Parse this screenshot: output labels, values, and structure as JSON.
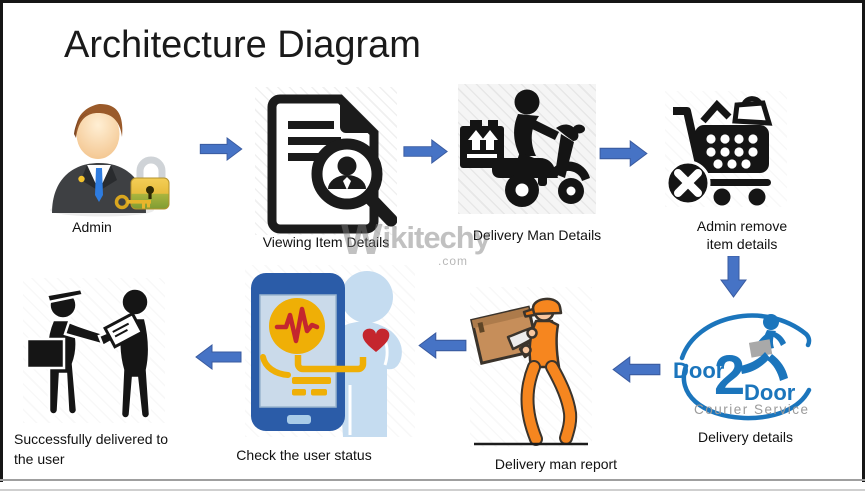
{
  "title": "Architecture Diagram",
  "watermark": {
    "brand_w": "W",
    "brand_rest": "ikitechy",
    "suffix": ".com"
  },
  "nodes": {
    "admin": {
      "label": "Admin"
    },
    "viewing_item": {
      "label": "Viewing Item Details"
    },
    "delivery_man": {
      "label": "Delivery Man Details"
    },
    "admin_remove": {
      "line1": "Admin remove",
      "line2": "item details"
    },
    "delivery_details": {
      "label": "Delivery details"
    },
    "delivery_report": {
      "label": "Delivery man report"
    },
    "user_status": {
      "label": "Check the user status"
    },
    "delivered": {
      "line1": "Successfully delivered to",
      "line2": "the user"
    }
  },
  "logo": {
    "door_top": "Door",
    "two": "2",
    "door_bottom": "Door",
    "tagline": "Courier Service"
  },
  "flow": [
    {
      "from": "Admin",
      "to": "Viewing Item Details",
      "direction": "right"
    },
    {
      "from": "Viewing Item Details",
      "to": "Delivery Man Details",
      "direction": "right"
    },
    {
      "from": "Delivery Man Details",
      "to": "Admin remove item details",
      "direction": "right"
    },
    {
      "from": "Admin remove item details",
      "to": "Delivery details",
      "direction": "down"
    },
    {
      "from": "Delivery details",
      "to": "Delivery man report",
      "direction": "left"
    },
    {
      "from": "Delivery man report",
      "to": "Check the user status",
      "direction": "left"
    },
    {
      "from": "Check the user status",
      "to": "Successfully delivered to the user",
      "direction": "left"
    }
  ],
  "colors": {
    "arrow_fill": "#4673C5",
    "arrow_border": "#3A5BA0",
    "icon_black": "#151515",
    "door2door_blue": "#1B75BC",
    "door2door_gray": "#9B9B9B",
    "delivery_orange": "#F6861F",
    "box_brown": "#C68E5A",
    "phone_blue": "#2B5CA8",
    "screen_blue": "#CADAEA",
    "silhouette_blue": "#C5DCF0",
    "pulse_yellow": "#EFAF06",
    "pulse_red": "#C4262E"
  }
}
